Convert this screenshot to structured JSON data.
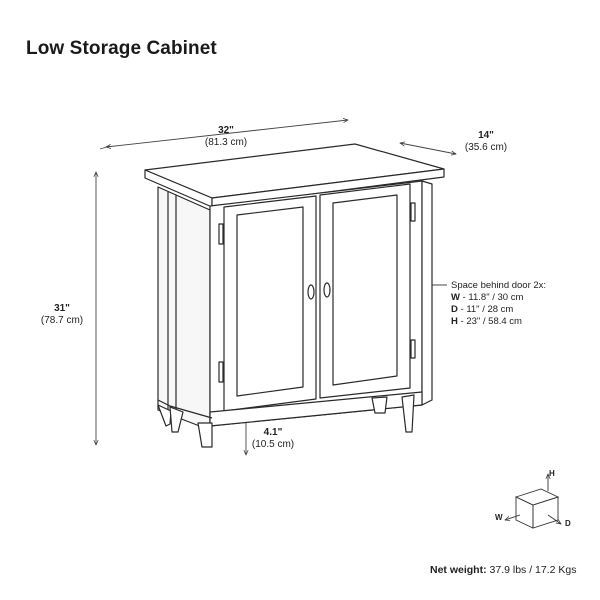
{
  "title": "Low Storage Cabinet",
  "dimensions": {
    "width": {
      "imperial": "32\"",
      "metric": "(81.3 cm)"
    },
    "depth": {
      "imperial": "14\"",
      "metric": "(35.6 cm)"
    },
    "height": {
      "imperial": "31\"",
      "metric": "(78.7 cm)"
    },
    "clearance": {
      "imperial": "4.1\"",
      "metric": "(10.5 cm)"
    }
  },
  "door_space": {
    "heading": "Space behind door 2x:",
    "w_key": "W",
    "w_value": " - 11.8\" / 30 cm",
    "d_key": "D",
    "d_value": " - 11\" / 28 cm",
    "h_key": "H",
    "h_value": " - 23\" / 58.4 cm"
  },
  "axes_icon": {
    "h": "H",
    "w": "W",
    "d": "D"
  },
  "net_weight": {
    "label": "Net weight:",
    "value": " 37.9 lbs / 17.2 Kgs"
  }
}
